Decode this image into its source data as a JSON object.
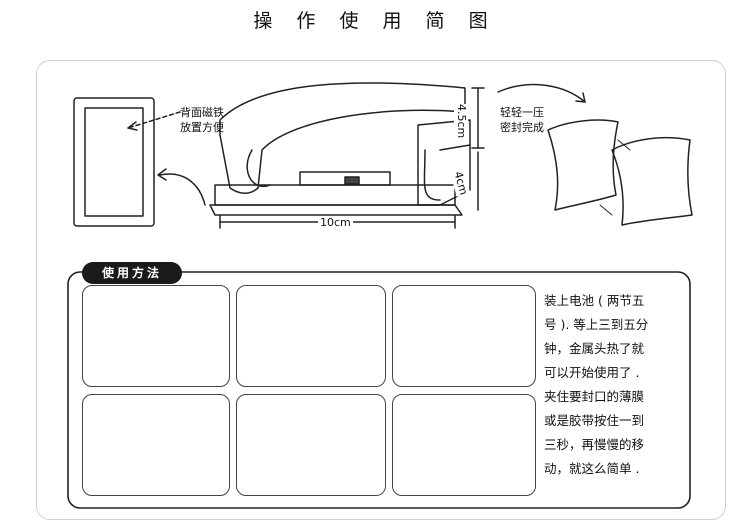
{
  "title": "操 作 使 用 简 图",
  "diagram": {
    "magnet_note": [
      "背面磁铁",
      "放置方便"
    ],
    "press_note": [
      "轻轻一压",
      "密封完成"
    ],
    "dim_width": "10cm",
    "dim_depth": "4cm",
    "dim_height": "4.5cm"
  },
  "usage": {
    "heading": "使用方法",
    "instructions": [
      "装上电池 ( 两节五",
      "号 ). 等上三到五分",
      "钟，金属头热了就",
      "可以开始使用了 .",
      "夹住要封口的薄膜",
      "或是胶带按住一到",
      "三秒，再慢慢的移",
      "动，就这么简单 ."
    ]
  }
}
